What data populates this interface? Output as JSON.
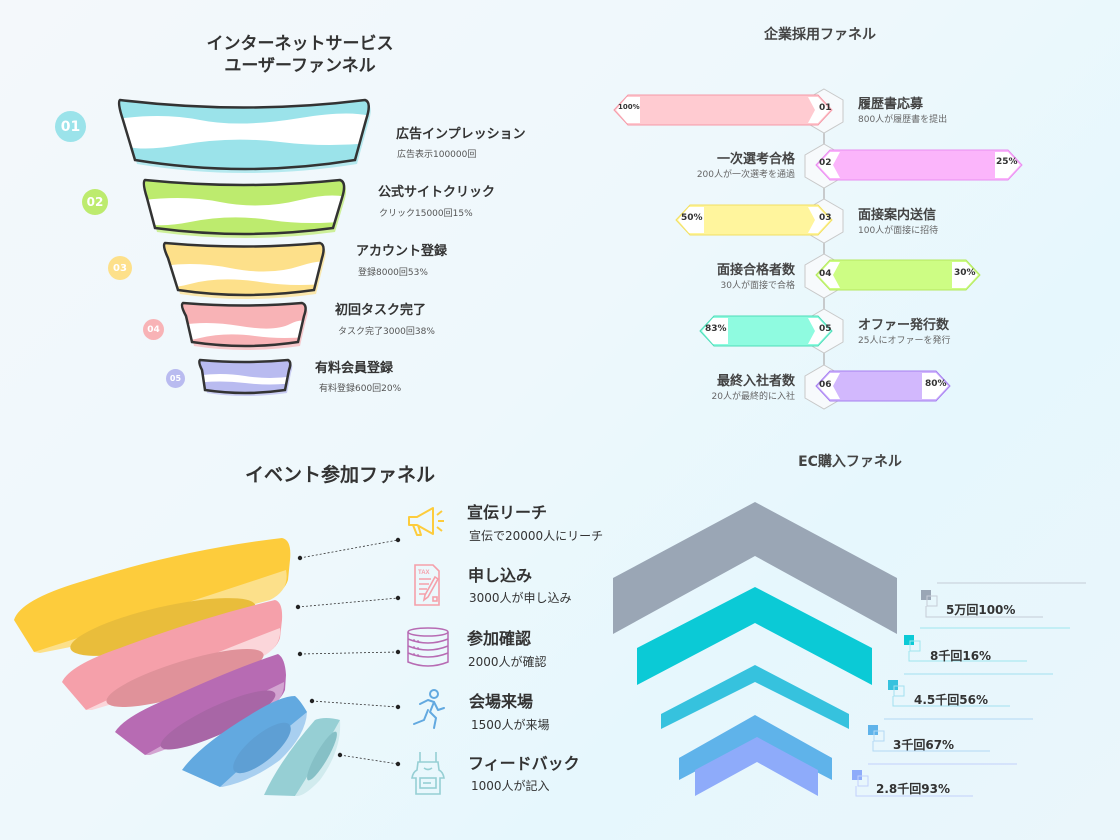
{
  "internet_funnel": {
    "title_line1": "インターネットサービス",
    "title_line2": "ユーザーファンネル",
    "stages": [
      {
        "num": "01",
        "label": "広告インプレッション",
        "detail": "広告表示100000回",
        "color": "#9be3ea"
      },
      {
        "num": "02",
        "label": "公式サイトクリック",
        "detail": "クリック15000回15%",
        "color": "#bdeb6e"
      },
      {
        "num": "03",
        "label": "アカウント登録",
        "detail": "登録8000回53%",
        "color": "#fde08a"
      },
      {
        "num": "04",
        "label": "初回タスク完了",
        "detail": "タスク完了3000回38%",
        "color": "#f8b3b6"
      },
      {
        "num": "05",
        "label": "有料会員登録",
        "detail": "有料登録600回20%",
        "color": "#b9bbf0"
      }
    ]
  },
  "hiring_funnel": {
    "title": "企業採用ファネル",
    "stages": [
      {
        "num": "01",
        "label": "履歴書応募",
        "detail": "800人が履歴書を提出",
        "percent": "100%",
        "color": "#ffcbd1",
        "border": "#f59aa8",
        "side": "left"
      },
      {
        "num": "02",
        "label": "一次選考合格",
        "detail": "200人が一次選考を通過",
        "percent": "25%",
        "color": "#fbb5fb",
        "border": "#e98ef0",
        "side": "right"
      },
      {
        "num": "03",
        "label": "面接案内送信",
        "detail": "100人が面接に招待",
        "percent": "50%",
        "color": "#fff59d",
        "border": "#f2df62",
        "side": "left"
      },
      {
        "num": "04",
        "label": "面接合格者数",
        "detail": "30人が面接で合格",
        "percent": "30%",
        "color": "#cdfd84",
        "border": "#b5e860",
        "side": "right"
      },
      {
        "num": "05",
        "label": "オファー発行数",
        "detail": "25人にオファーを発行",
        "percent": "83%",
        "color": "#8ffbe0",
        "border": "#4fdcb8",
        "side": "left"
      },
      {
        "num": "06",
        "label": "最終入社者数",
        "detail": "20人が最終的に入社",
        "percent": "80%",
        "color": "#d2b8fd",
        "border": "#a67ff0",
        "side": "right"
      }
    ]
  },
  "event_funnel": {
    "title": "イベント参加ファネル",
    "stages": [
      {
        "label": "宣伝リーチ",
        "detail": "宣伝で20000人にリーチ",
        "icon": "megaphone-icon",
        "color": "#fdcc3c"
      },
      {
        "label": "申し込み",
        "detail": "3000人が申し込み",
        "icon": "tax-form-icon",
        "color": "#f5a0aa"
      },
      {
        "label": "参加確認",
        "detail": "2000人が確認",
        "icon": "database-icon",
        "color": "#b76bb3"
      },
      {
        "label": "会場来場",
        "detail": "1500人が来場",
        "icon": "running-person-icon",
        "color": "#62a9e0"
      },
      {
        "label": "フィードバック",
        "detail": "1000人が記入",
        "icon": "apron-icon",
        "color": "#96cfd4"
      }
    ]
  },
  "ec_funnel": {
    "title": "EC購入ファネル",
    "stages": [
      {
        "label": "5万回100%",
        "color": "#9aa6b5"
      },
      {
        "label": "8千回16%",
        "color": "#0bcad6"
      },
      {
        "label": "4.5千回56%",
        "color": "#36c2de"
      },
      {
        "label": "3千回67%",
        "color": "#5fb3ea"
      },
      {
        "label": "2.8千回93%",
        "color": "#8eabfa"
      }
    ]
  }
}
